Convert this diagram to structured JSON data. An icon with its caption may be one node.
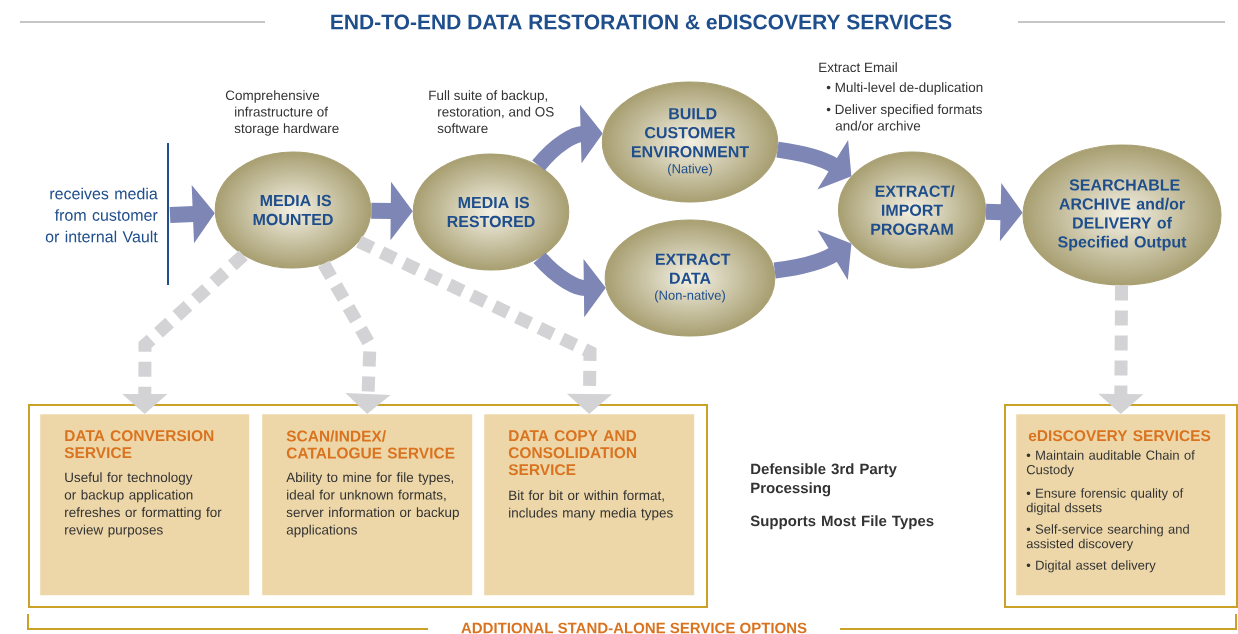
{
  "diagram": {
    "title": "END-TO-END DATA RESTORATION & eDISCOVERY SERVICES",
    "nodes": [
      {
        "text": [
          "receives media from customer or internal Vault"
        ]
      },
      {
        "text": [
          "MEDIA IS MOUNTED"
        ],
        "beside": [
          "Comprehensive infrastructure of storage hardware"
        ]
      },
      {
        "text": [
          "MEDIA IS RESTORED"
        ],
        "beside": [
          "Full suite of backup, restoration, and OS software"
        ]
      },
      {
        "text": [
          "BUILD CUSTOMER ENVIRONMENT",
          "(Native)"
        ]
      },
      {
        "text": [
          "EXTRACT DATA",
          "(Non-native)"
        ]
      },
      {
        "text": [
          "EXTRACT/ IMPORT PROGRAM"
        ],
        "beside": [
          "Extract Email",
          "• Multi-level de-duplication",
          "• Deliver specified formats and/or archive"
        ]
      },
      {
        "text": [
          "SEARCHABLE ARCHIVE and/or DELIVERY of Specified Output"
        ]
      },
      {
        "text": [],
        "shape": "box"
      },
      {
        "text": [
          "DATA CONVERSION SERVICE",
          "Useful for technology or backup application refreshes or formatting for review purposes"
        ],
        "in": 7
      },
      {
        "text": [
          "SCAN/INDEX/ CATALOGUE SERVICE",
          "Ability to mine for file types, ideal for unknown formats, server information or backup applications"
        ],
        "in": 7
      },
      {
        "text": [
          "DATA COPY AND CONSOLIDATION SERVICE",
          "Bit for bit or within format, includes many media types"
        ],
        "in": 7
      },
      {
        "text": [],
        "shape": "box"
      },
      {
        "text": [
          "eDISCOVERY SERVICES",
          "• Maintain auditable Chain of Custody",
          "• Ensure forensic quality of digital dssets",
          "• Self-service searching and assisted discovery",
          "• Digital asset delivery"
        ],
        "in": 11
      }
    ],
    "edges": [
      {
        "from": 0,
        "to": 1,
        "arrow": "to"
      },
      {
        "from": 1,
        "to": 2,
        "arrow": "to"
      },
      {
        "from": 2,
        "to": 3,
        "arrow": "to"
      },
      {
        "from": 2,
        "to": 4,
        "arrow": "to"
      },
      {
        "from": 3,
        "to": 5,
        "arrow": "to"
      },
      {
        "from": 4,
        "to": 5,
        "arrow": "to"
      },
      {
        "from": 5,
        "to": 6,
        "arrow": "to"
      },
      {
        "from": 1,
        "to": 8,
        "arrow": "to",
        "style": "dashed",
        "color": "#d3d3d6"
      },
      {
        "from": 1,
        "to": 9,
        "arrow": "to",
        "style": "dashed",
        "color": "#d3d3d6"
      },
      {
        "from": 1,
        "to": 10,
        "arrow": "to",
        "style": "dashed",
        "color": "#d3d3d6"
      },
      {
        "from": 6,
        "to": 12,
        "arrow": "to",
        "style": "dashed",
        "color": "#d3d3d6"
      }
    ],
    "labels": [
      "Defensible 3rd Party Processing",
      "Supports Most File Types",
      "ADDITIONAL STAND-ALONE SERVICE OPTIONS"
    ]
  }
}
